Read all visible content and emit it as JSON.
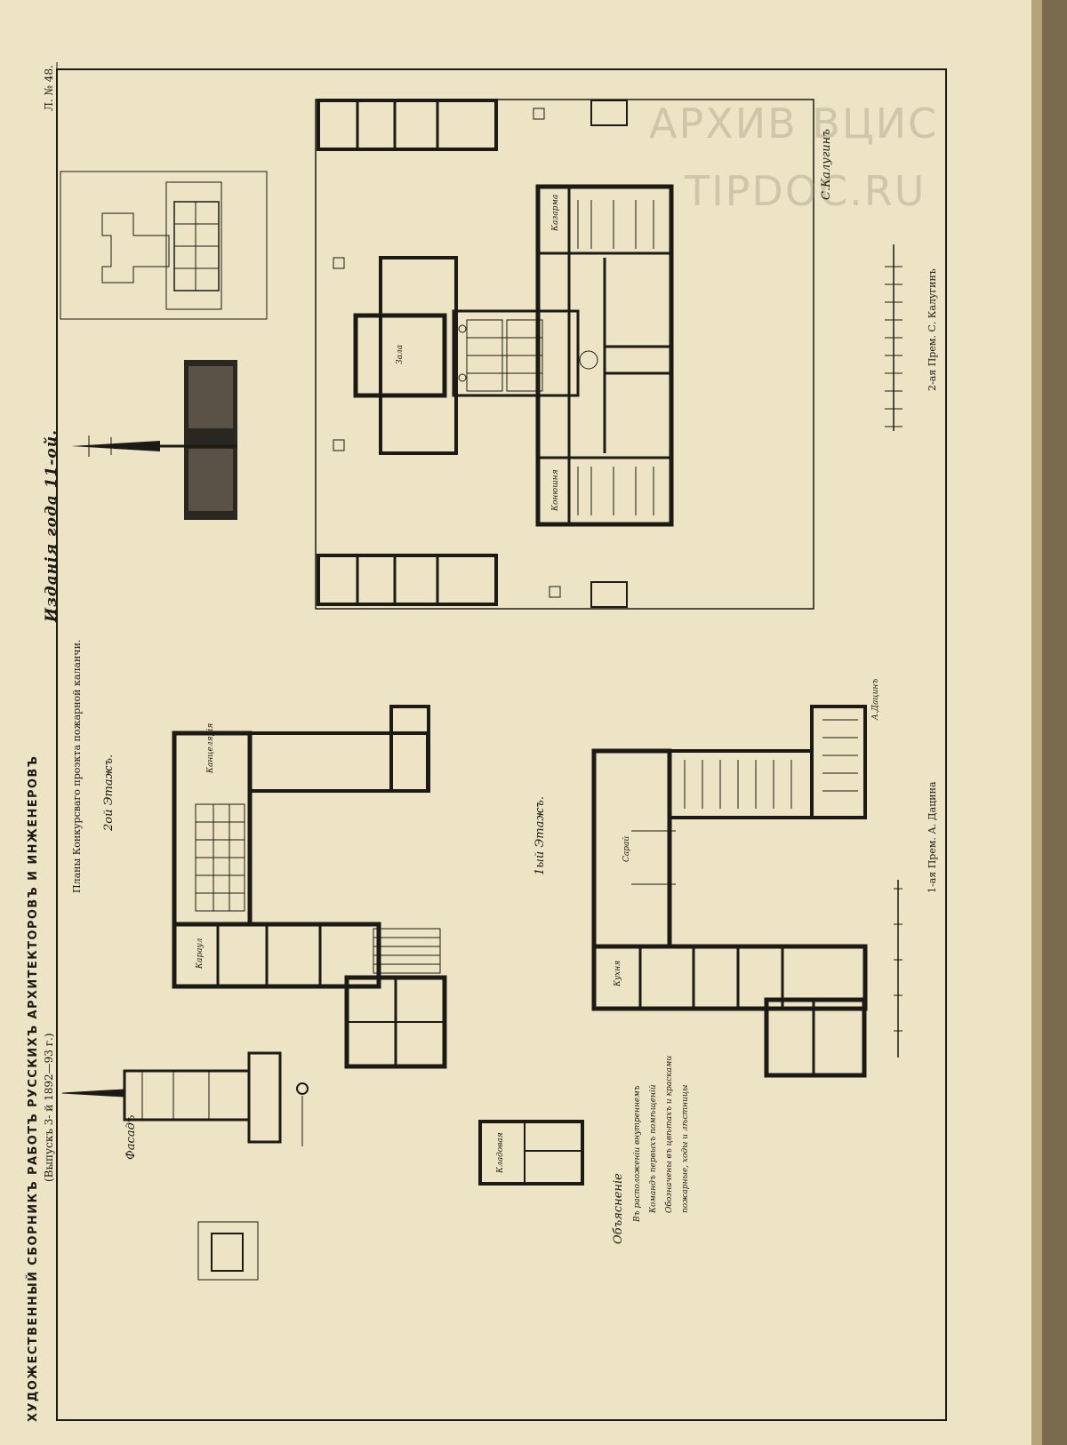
{
  "header": {
    "title": "ХУДОЖЕСТВЕННЫЙ СБОРНИКЪ РАБОТЪ РУССКИХЪ АРХИТЕКТОРОВЪ И ИНЖЕНЕРОВЪ",
    "issue": "(Выпускъ 3- й 1892—93 г.)",
    "edition": "Изданія года 11-ой.",
    "sheet_number": "Л. № 48."
  },
  "caption": "Планы Конкурсваго проэкта пожарной каланчи.",
  "prizes": {
    "first": "1-ая Прем. А. Дацина",
    "second": "2-ая Прем. С. Калугинъ"
  },
  "floor_labels": {
    "second_floor": "2ой Этажъ.",
    "first_floor": "1ый Этажъ.",
    "facade": "Фасадъ",
    "notes_title": "Объясненіе",
    "notes": [
      "Въ расположеніи внутреннемъ",
      "Командъ первыхъ помѣщеній",
      "Обозначены въ цвѣтахъ и красками",
      "пожарные, ходы и лѣстницы"
    ]
  },
  "signatures": {
    "kalugin": "С.Калугинъ",
    "datsin": "А.Дацинъ"
  },
  "room_labels": {
    "hall": "Зала",
    "barracks": "Казарма",
    "stable": "Конюшня",
    "shed": "Сарай",
    "kitchen": "Кухня",
    "office": "Канцелярія",
    "guard": "Караул",
    "store": "Кладовая"
  },
  "watermark": {
    "line1": "АРХИВ ВЦИС",
    "line2": "TIPDOC.RU"
  },
  "colors": {
    "paper": "#efe6c8",
    "ink": "#1c1a14",
    "background": "#8a7a5c"
  }
}
